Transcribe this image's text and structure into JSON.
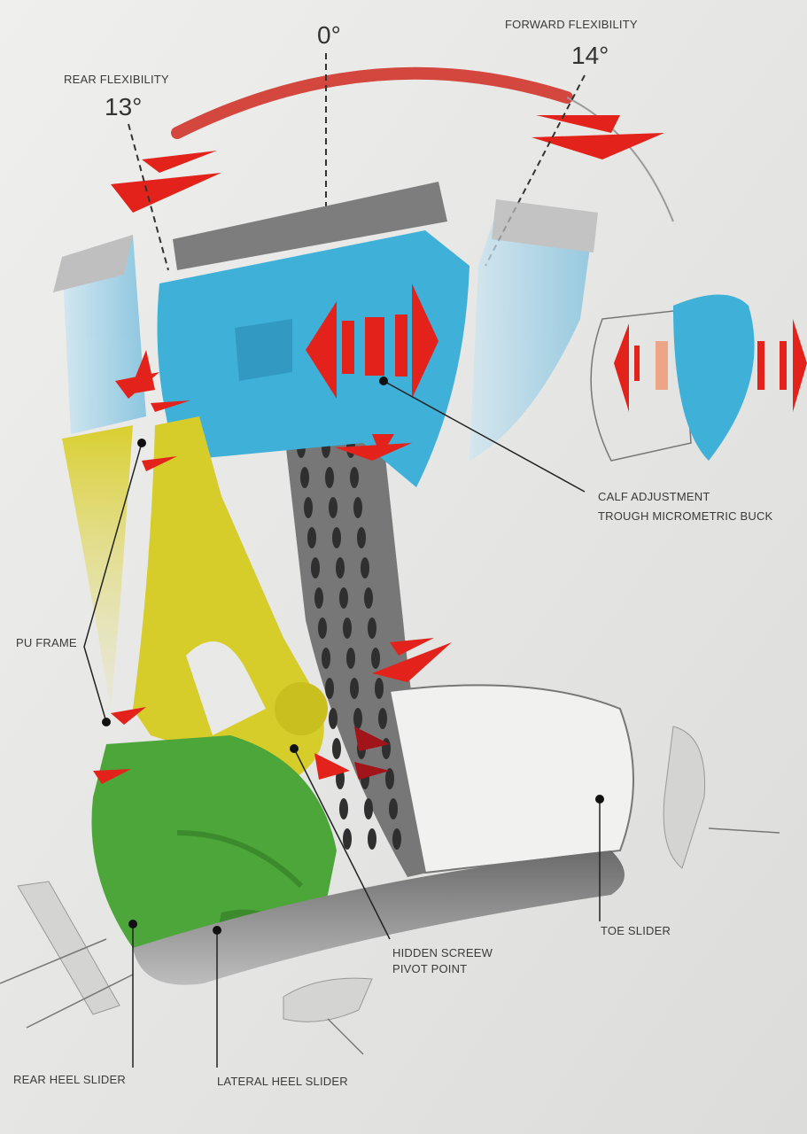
{
  "angles": {
    "neutral": "0°",
    "rear_title": "REAR FLEXIBILITY",
    "rear_value": "13°",
    "forward_title": "FORWARD FLEXIBILITY",
    "forward_value": "14°"
  },
  "callouts": {
    "calf_line1": "CALF ADJUSTMENT",
    "calf_line2": "TROUGH MICROMETRIC BUCK",
    "pu_frame": "PU FRAME",
    "pivot_line1": "HIDDEN SCREEW",
    "pivot_line2": "PIVOT POINT",
    "toe_slider": "TOE SLIDER",
    "rear_heel_slider": "REAR HEEL SLIDER",
    "lateral_heel_slider": "LATERAL HEEL SLIDER"
  },
  "colors": {
    "calf_shell": "#3fb0d8",
    "pu_frame": "#d6cc2a",
    "heel_cup": "#4ca63a",
    "arrows": "#e3231b",
    "background": "#e8e8e6"
  }
}
